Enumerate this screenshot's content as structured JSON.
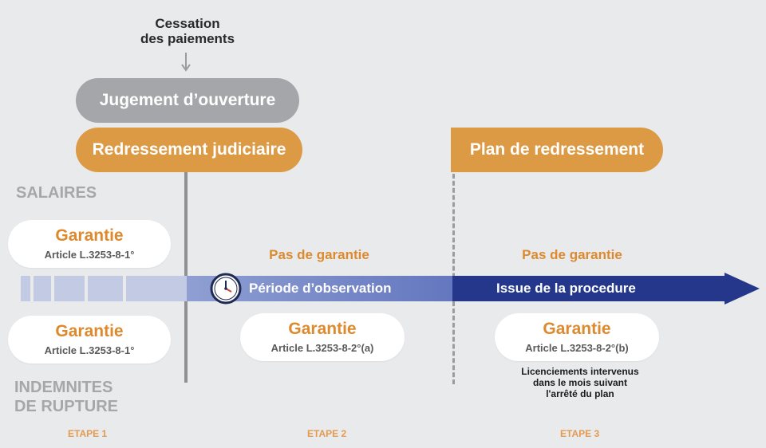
{
  "top": {
    "cessation_line1": "Cessation",
    "cessation_line2": "des paiements"
  },
  "pills": {
    "jugement": "Jugement d’ouverture",
    "redressement": "Redressement judiciaire",
    "plan": "Plan de redressement"
  },
  "sections": {
    "salaires": "SALAIRES",
    "indemnites_line1": "INDEMNITES",
    "indemnites_line2": "DE RUPTURE"
  },
  "timeline": {
    "observation": "Période d’observation",
    "issue": "Issue de la procedure"
  },
  "cards": [
    {
      "title": "Garantie",
      "article": "Article L.3253-8-1°"
    },
    {
      "title": "Garantie",
      "article": "Article L.3253-8-1°"
    },
    {
      "title": "Garantie",
      "article": "Article L.3253-8-2°(a)"
    },
    {
      "title": "Garantie",
      "article": "Article L.3253-8-2°(b)"
    }
  ],
  "no_guarantee": [
    "Pas de garantie",
    "Pas de garantie"
  ],
  "note": {
    "line1": "Licenciements intervenus",
    "line2": "dans le mois suivant",
    "line3": "l'arrêté du plan"
  },
  "steps": [
    "ETAPE 1",
    "ETAPE 2",
    "ETAPE 3"
  ],
  "colors": {
    "orange": "#dd9a45",
    "grey_pill": "#a4a6a9",
    "bar_light": "#b7c0df",
    "bar_mid": "#6f84c6",
    "bar_dark": "#24378a"
  },
  "icons": [
    "clock-icon",
    "down-arrow-icon",
    "timeline-arrow-icon"
  ]
}
